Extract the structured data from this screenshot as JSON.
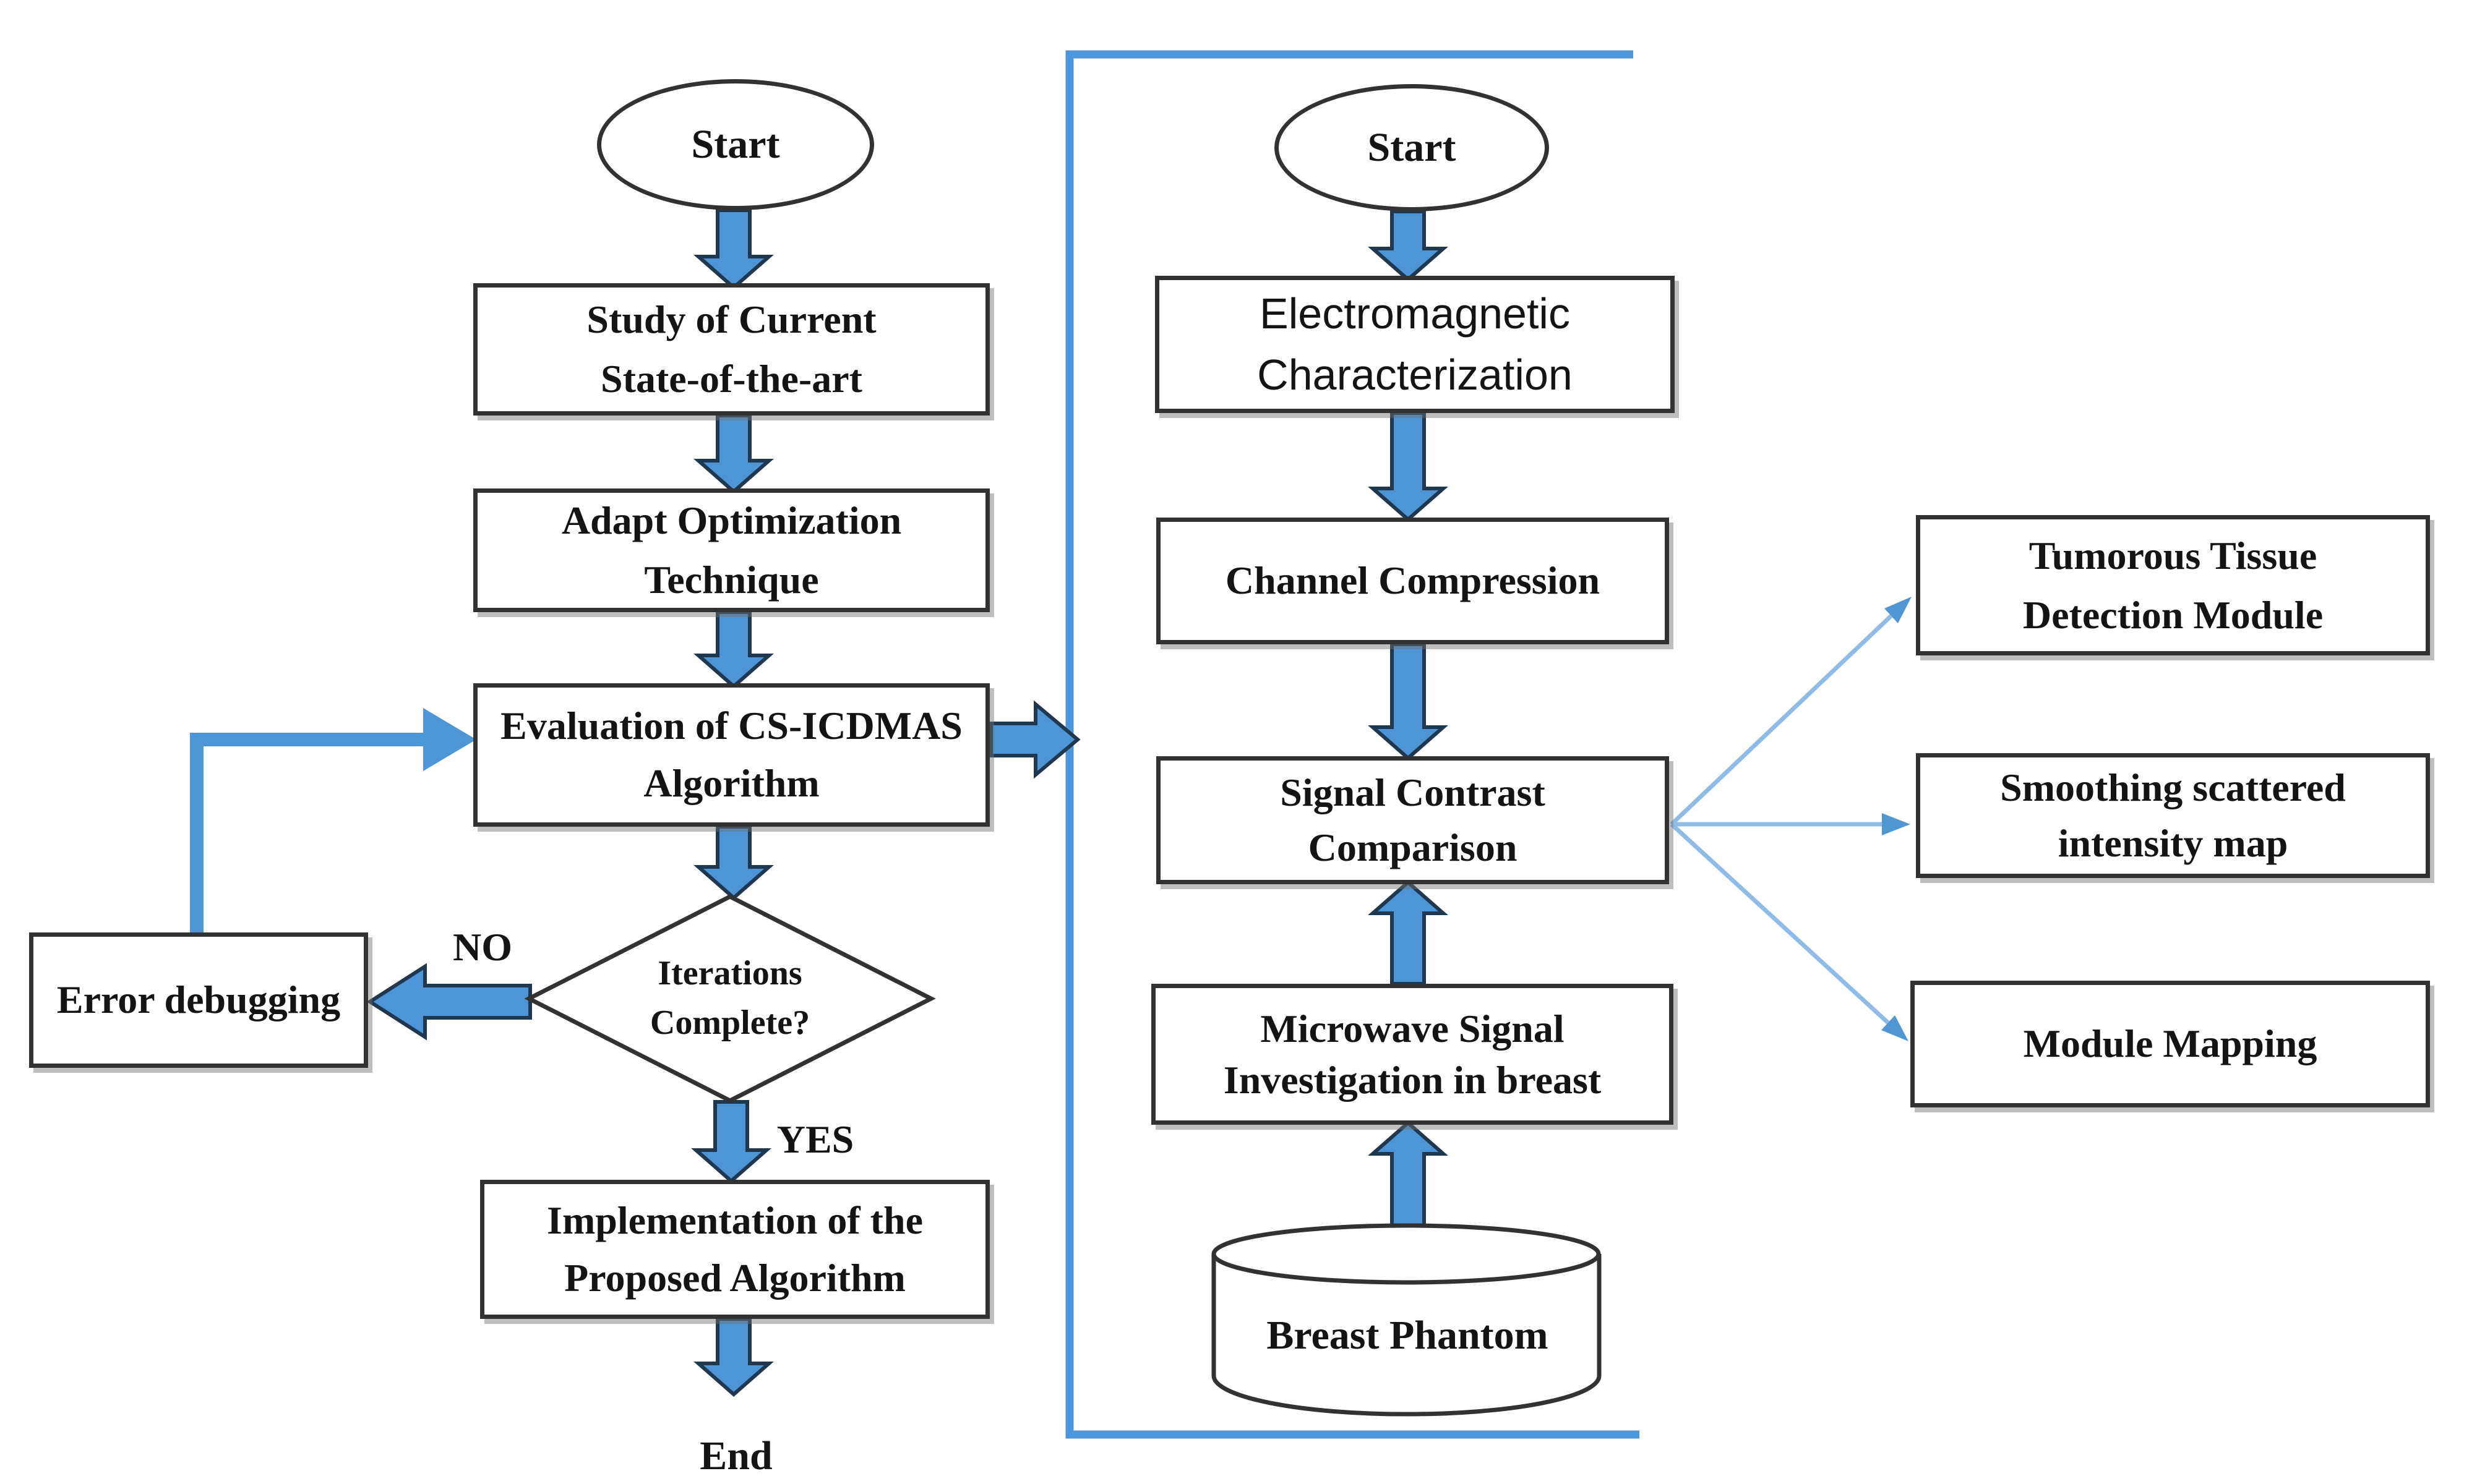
{
  "colors": {
    "arrow_fill": "#4e95d6",
    "arrow_outline": "#203750",
    "bracket_blue": "#4d96d9",
    "thin_arrow": "#8fbbe8",
    "thin_arrow_head": "#4f96d2",
    "box_border": "#323232"
  },
  "left_flow": {
    "start": "Start",
    "study": "Study of Current\nState-of-the-art",
    "adapt": "Adapt Optimization\nTechnique",
    "evaluation": "Evaluation of CS-ICDMAS\nAlgorithm",
    "decision": "Iterations\nComplete?",
    "no_label": "NO",
    "yes_label": "YES",
    "error": "Error debugging",
    "implementation": "Implementation of the\nProposed Algorithm",
    "end": "End"
  },
  "right_flow": {
    "start": "Start",
    "electromagnetic": "Electromagnetic\nCharacterization",
    "channel": "Channel Compression",
    "signal": "Signal Contrast\nComparison",
    "microwave": "Microwave Signal\nInvestigation in breast",
    "phantom": "Breast Phantom"
  },
  "outputs": {
    "tumorous": "Tumorous Tissue\nDetection Module",
    "smoothing": "Smoothing scattered\nintensity map",
    "module_mapping": "Module Mapping"
  }
}
